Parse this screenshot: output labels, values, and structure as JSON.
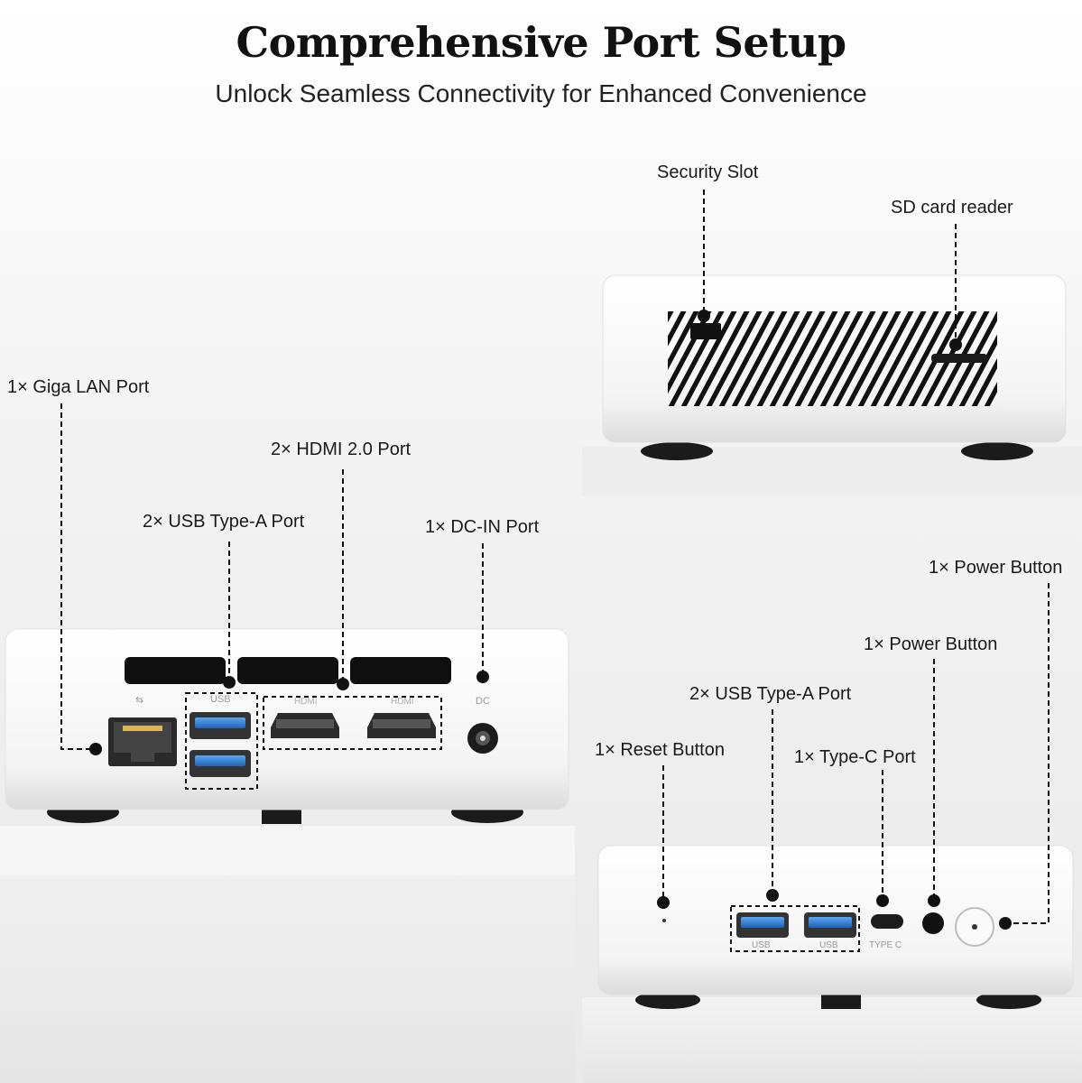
{
  "header": {
    "title": "Comprehensive Port Setup",
    "subtitle": "Unlock Seamless Connectivity for Enhanced Convenience"
  },
  "rear_view": {
    "labels": {
      "lan": "1× Giga LAN Port",
      "hdmi": "2× HDMI 2.0 Port",
      "usb": "2× USB Type-A Port",
      "dc": "1× DC-IN Port"
    },
    "port_markings": {
      "lan": "⇆",
      "usb": "USB",
      "hdmi1": "HDMI",
      "hdmi2": "HDMI",
      "dc": "DC"
    }
  },
  "side_view": {
    "labels": {
      "security": "Security Slot",
      "sd": "SD card reader"
    }
  },
  "front_view": {
    "labels": {
      "power_top": "1× Power Button",
      "power_mid": "1× Power Button",
      "usb": "2× USB Type-A Port",
      "reset": "1× Reset Button",
      "typec": "1× Type-C Port"
    },
    "port_markings": {
      "usb1": "USB",
      "usb2": "USB",
      "typec": "TYPE C"
    }
  },
  "colors": {
    "device_body": "#f7f7f7",
    "usb_blue": "#2f7fd6",
    "vent_black": "#111111",
    "callout_line": "#111111"
  }
}
